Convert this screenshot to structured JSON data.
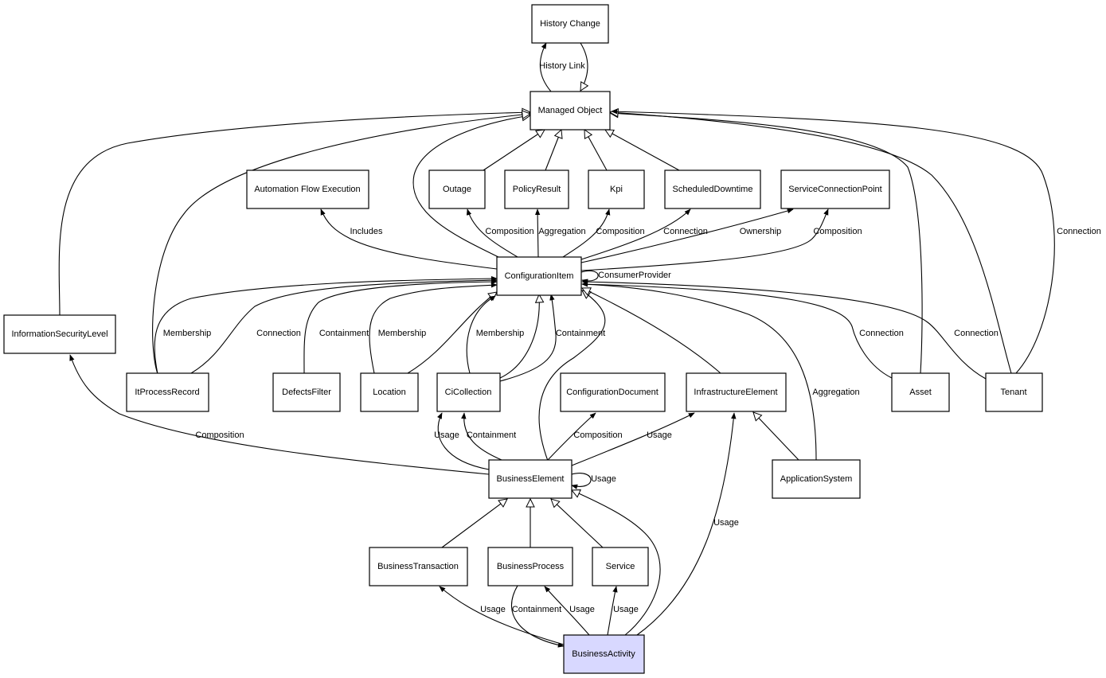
{
  "colors": {
    "highlight_node": "#d8d8ff",
    "stroke": "#000000",
    "background": "#ffffff"
  },
  "nodes": {
    "history_change": "History Change",
    "managed_object": "Managed Object",
    "automation_flow_execution": "Automation Flow Execution",
    "outage": "Outage",
    "policy_result": "PolicyResult",
    "kpi": "Kpi",
    "scheduled_downtime": "ScheduledDowntime",
    "service_connection_point": "ServiceConnectionPoint",
    "configuration_item": "ConfigurationItem",
    "information_security_level": "InformationSecurityLevel",
    "it_process_record": "ItProcessRecord",
    "defects_filter": "DefectsFilter",
    "location": "Location",
    "ci_collection": "CiCollection",
    "configuration_document": "ConfigurationDocument",
    "infrastructure_element": "InfrastructureElement",
    "asset": "Asset",
    "tenant": "Tenant",
    "business_element": "BusinessElement",
    "application_system": "ApplicationSystem",
    "business_transaction": "BusinessTransaction",
    "business_process": "BusinessProcess",
    "service": "Service",
    "business_activity": "BusinessActivity"
  },
  "edge_labels": {
    "history_link": "History Link",
    "includes": "Includes",
    "composition": "Composition",
    "aggregation": "Aggregation",
    "connection": "Connection",
    "ownership": "Ownership",
    "consumer_provider": "ConsumerProvider",
    "membership": "Membership",
    "containment": "Containment",
    "usage": "Usage"
  }
}
